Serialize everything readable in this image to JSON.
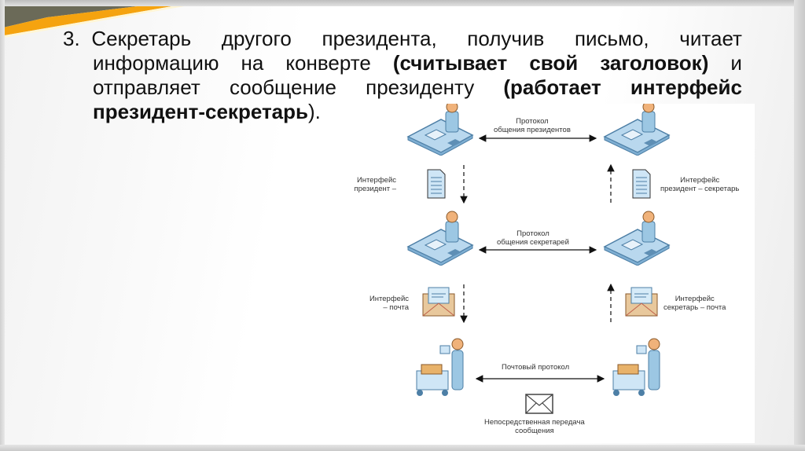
{
  "slide": {
    "item_number": "3.",
    "lines": [
      {
        "words": [
          {
            "text": "Секретарь",
            "bold": false
          },
          {
            "text": "другого",
            "bold": false
          },
          {
            "text": "президента,",
            "bold": false
          },
          {
            "text": "получив",
            "bold": false
          },
          {
            "text": "письмо,",
            "bold": false
          },
          {
            "text": "читает",
            "bold": false
          }
        ]
      },
      {
        "words": [
          {
            "text": "информацию",
            "bold": false
          },
          {
            "text": "на",
            "bold": false
          },
          {
            "text": "конверте",
            "bold": false
          },
          {
            "text": "(считывает",
            "bold": true
          },
          {
            "text": "свой",
            "bold": true
          },
          {
            "text": "заголовок)",
            "bold": true
          },
          {
            "text": "и",
            "bold": false
          }
        ]
      },
      {
        "words": [
          {
            "text": "отправляет",
            "bold": false
          },
          {
            "text": "сообщение",
            "bold": false
          },
          {
            "text": "президенту",
            "bold": false
          },
          {
            "text": "(работает",
            "bold": true
          },
          {
            "text": "интерфейс",
            "bold": true
          }
        ]
      },
      {
        "words": [
          {
            "text": "президент-секретарь",
            "bold": true
          },
          {
            "text": ").",
            "bold": false
          }
        ]
      }
    ]
  },
  "diagram": {
    "president_protocol": {
      "line1": "Протокол",
      "line2": "общения президентов"
    },
    "secretary_protocol": {
      "line1": "Протокол",
      "line2": "общения секретарей"
    },
    "postal_protocol": "Почтовый протокол",
    "direct_transfer": {
      "line1": "Непосредственная передача",
      "line2": "сообщения"
    },
    "left_interface_top": {
      "line1": "Интерфейс",
      "line2": "президент –"
    },
    "right_interface_top": {
      "line1": "Интерфейс",
      "line2": "президент – секретарь"
    },
    "left_interface_mid": {
      "line1": "Интерфейс",
      "line2": "– почта"
    },
    "right_interface_mid": {
      "line1": "Интерфейс",
      "line2": "секретарь – почта"
    }
  },
  "colors": {
    "accent_orange": "#f5a30f",
    "banner_dark": "#6b6a58",
    "figure_blue": "#9cc7e3",
    "figure_skin": "#f0b27a",
    "envelope_tan": "#e8c89c"
  }
}
